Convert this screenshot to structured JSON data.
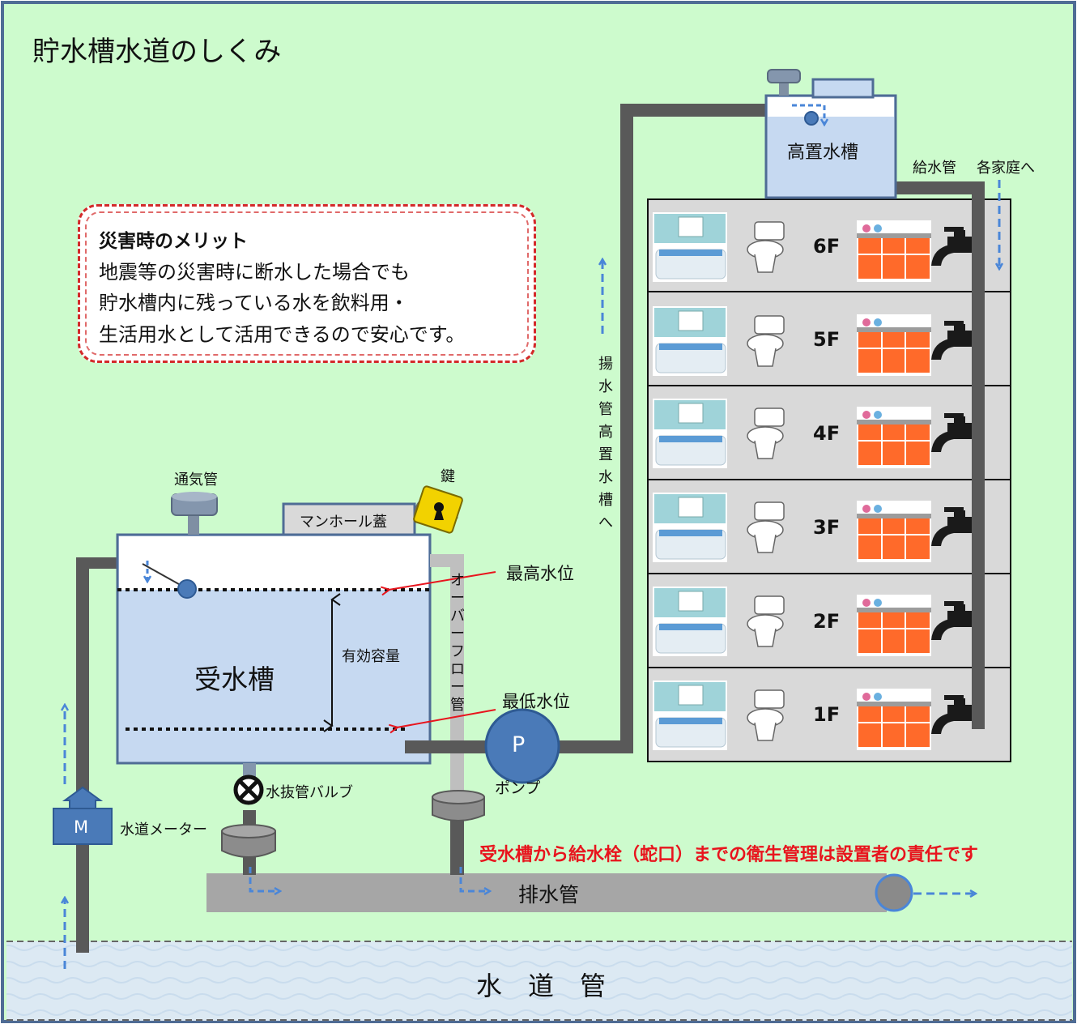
{
  "title": "貯水槽水道のしくみ",
  "merit": {
    "heading": "災害時のメリット",
    "lines": [
      "地震等の災害時に断水した場合でも",
      "貯水槽内に残っている水を飲料用・",
      "生活用水として活用できるので安心です。"
    ]
  },
  "labels": {
    "vent_pipe": "通気管",
    "key": "鍵",
    "manhole": "マンホール蓋",
    "max_level": "最高水位",
    "min_level": "最低水位",
    "effective_capacity": "有効容量",
    "receiving_tank": "受水槽",
    "overflow_pipe": "オーバーフロー管",
    "drain_valve": "水抜管バルブ",
    "pump": "ポンプ",
    "pump_letter": "P",
    "meter": "水道メーター",
    "meter_letter": "M",
    "drain_pipe": "排水管",
    "main_pipe": "水　道　管",
    "elevated_tank": "高置水槽",
    "supply_pipe": "給水管",
    "to_homes": "各家庭へ",
    "lift_pipe": "揚水管　高置水槽へ",
    "responsibility": "受水槽から給水栓（蛇口）までの衛生管理は設置者の責任です"
  },
  "floors": [
    "6F",
    "5F",
    "4F",
    "3F",
    "2F",
    "1F"
  ],
  "colors": {
    "background": "#cdfbcd",
    "tank_fill": "#c6d9f1",
    "pipe": "#595959",
    "arrow": "#4a86d8",
    "warning": "#e8141d"
  }
}
